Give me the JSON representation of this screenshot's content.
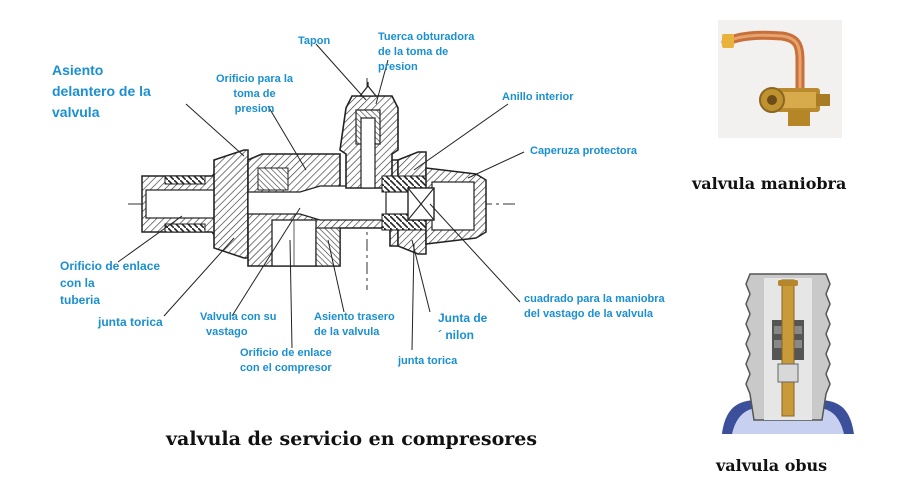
{
  "labels": {
    "asiento_delantero": [
      "Asiento",
      "delantero de la",
      "valvula"
    ],
    "tapon": "Tapon",
    "tuerca": [
      "Tuerca obturadora",
      "de la toma de",
      "presion"
    ],
    "orificio_toma": [
      "Orificio para la",
      "toma de",
      "presion"
    ],
    "anillo_interior": "Anillo interior",
    "caperuza": "Caperuza protectora",
    "orificio_enlace_tuberia": [
      "Orificio de enlace",
      "con la",
      "tuberia"
    ],
    "junta_torica_left": "junta torica",
    "valvula_vastago": [
      "Valvula con su",
      "vastago"
    ],
    "asiento_trasero": [
      "Asiento trasero",
      "de la   valvula"
    ],
    "junta_nilon": [
      "Junta de",
      "´ nilon"
    ],
    "cuadrado": [
      "cuadrado para la maniobra",
      "del vastago de la valvula"
    ],
    "orificio_compresor": [
      "Orificio de enlace",
      "con el compresor"
    ],
    "junta_torica_bottom": "junta torica"
  },
  "captions": {
    "main": "valvula de servicio en compresores",
    "maniobra": "valvula maniobra",
    "obus": "valvula obus"
  },
  "colors": {
    "label": "#1a8fd1",
    "caption": "#111111",
    "line": "#222222"
  }
}
